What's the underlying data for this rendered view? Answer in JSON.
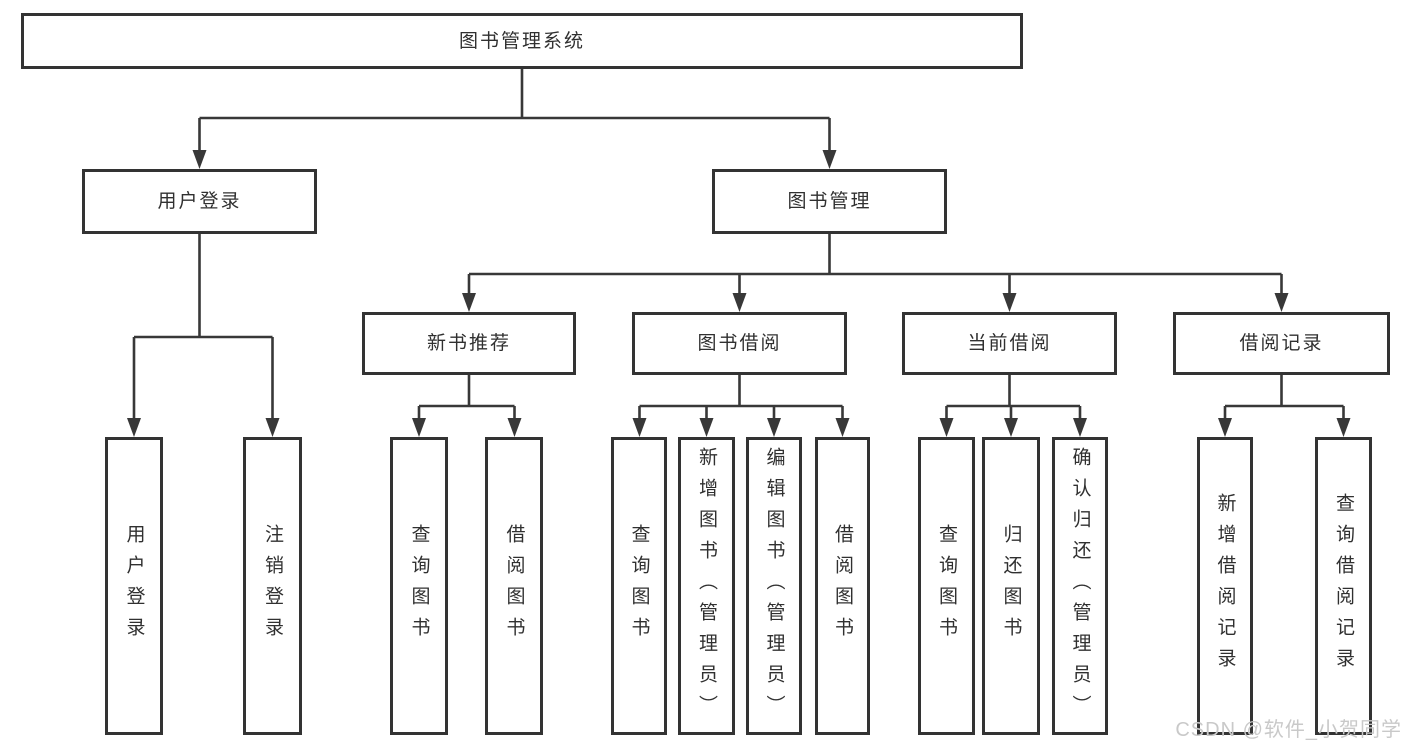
{
  "root": {
    "label": "图书管理系统"
  },
  "branches": {
    "user_login": {
      "label": "用户登录",
      "children": [
        {
          "label": "用户登录"
        },
        {
          "label": "注销登录"
        }
      ]
    },
    "book_management": {
      "label": "图书管理",
      "children": [
        {
          "label": "新书推荐",
          "children": [
            {
              "label": "查询图书"
            },
            {
              "label": "借阅图书"
            }
          ]
        },
        {
          "label": "图书借阅",
          "children": [
            {
              "label": "查询图书"
            },
            {
              "label": "新增图书（管理员）"
            },
            {
              "label": "编辑图书（管理员）"
            },
            {
              "label": "借阅图书"
            }
          ]
        },
        {
          "label": "当前借阅",
          "children": [
            {
              "label": "查询图书"
            },
            {
              "label": "归还图书"
            },
            {
              "label": "确认归还（管理员）"
            }
          ]
        },
        {
          "label": "借阅记录",
          "children": [
            {
              "label": "新增借阅记录"
            },
            {
              "label": "查询借阅记录"
            }
          ]
        }
      ]
    }
  },
  "watermark": {
    "text": "CSDN @软件_小贺同学"
  },
  "colors": {
    "line": "#383838",
    "box_border": "#333333",
    "box_fill": "#ffffff",
    "text": "#303030",
    "watermark": "#c9c9c9"
  }
}
